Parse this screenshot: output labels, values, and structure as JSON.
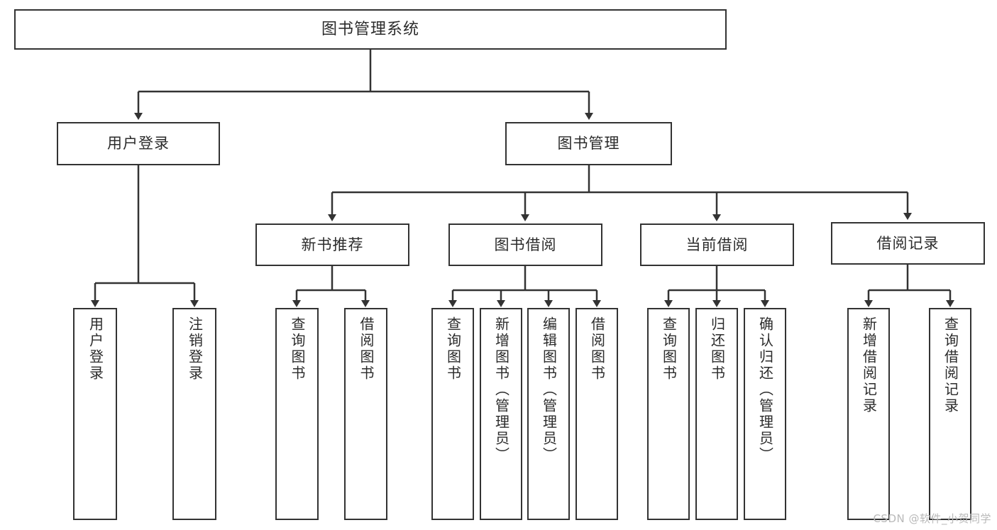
{
  "diagram": {
    "type": "hierarchy-tree",
    "title": "图书管理系统",
    "arrow_color": "#333333",
    "box_border_color": "#333333",
    "box_fill_color": "#ffffff",
    "background_color": "#ffffff"
  },
  "nodes": {
    "root": {
      "label": "图书管理系统"
    },
    "level1": [
      {
        "label": "用户登录"
      },
      {
        "label": "图书管理"
      }
    ],
    "level2": [
      {
        "label": "新书推荐"
      },
      {
        "label": "图书借阅"
      },
      {
        "label": "当前借阅"
      },
      {
        "label": "借阅记录"
      }
    ],
    "leaves": {
      "user_login": [
        {
          "label": "用户登录"
        },
        {
          "label": "注销登录"
        }
      ],
      "new_book_recommend": [
        {
          "label": "查询图书"
        },
        {
          "label": "借阅图书"
        }
      ],
      "book_borrow": [
        {
          "label": "查询图书"
        },
        {
          "label": "新增图书（管理员）"
        },
        {
          "label": "编辑图书（管理员）"
        },
        {
          "label": "借阅图书"
        }
      ],
      "current_borrow": [
        {
          "label": "查询图书"
        },
        {
          "label": "归还图书"
        },
        {
          "label": "确认归还（管理员）"
        }
      ],
      "borrow_record": [
        {
          "label": "新增借阅记录"
        },
        {
          "label": "查询借阅记录"
        }
      ]
    }
  },
  "watermark": {
    "text": "CSDN @软件_小贺同学"
  }
}
